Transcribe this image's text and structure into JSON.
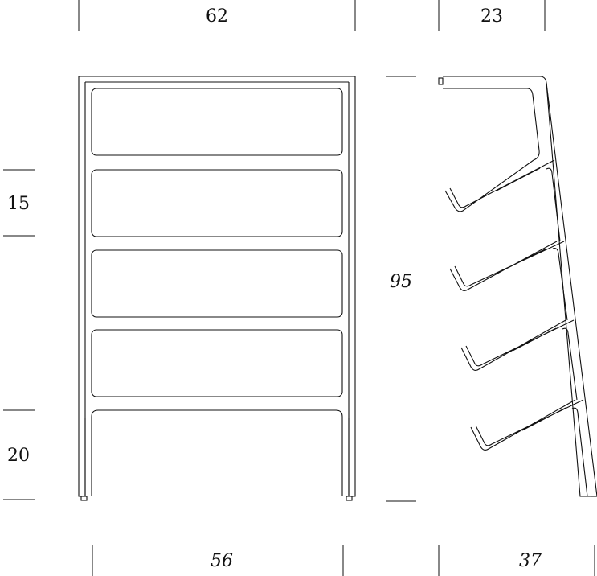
{
  "dimensions": {
    "front_width_top": "62",
    "side_depth_top": "23",
    "height_left_upper": "15",
    "height_left_lower": "20",
    "total_height": "95",
    "front_width_bottom": "56",
    "side_depth_bottom": "37"
  },
  "colors": {
    "line": "#111111",
    "background": "#ffffff"
  }
}
